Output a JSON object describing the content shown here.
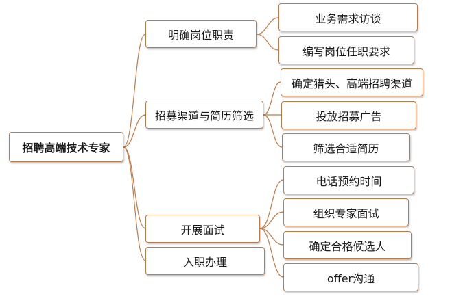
{
  "colors": {
    "line": "#c07a45",
    "border": "#c07a45",
    "text": "#1a1a1a"
  },
  "root": {
    "label": "招聘高端技术专家"
  },
  "branches": [
    {
      "label": "明确岗位职责",
      "children": [
        "业务需求访谈",
        "编写岗位任职要求"
      ]
    },
    {
      "label": "招募渠道与简历筛选",
      "children": [
        "确定猎头、高端招聘渠道",
        "投放招募广告",
        "筛选合适简历"
      ]
    },
    {
      "label": "开展面试",
      "children": [
        "电话预约时间",
        "组织专家面试",
        "确定合格候选人",
        "offer沟通"
      ]
    },
    {
      "label": "入职办理",
      "children": []
    }
  ]
}
